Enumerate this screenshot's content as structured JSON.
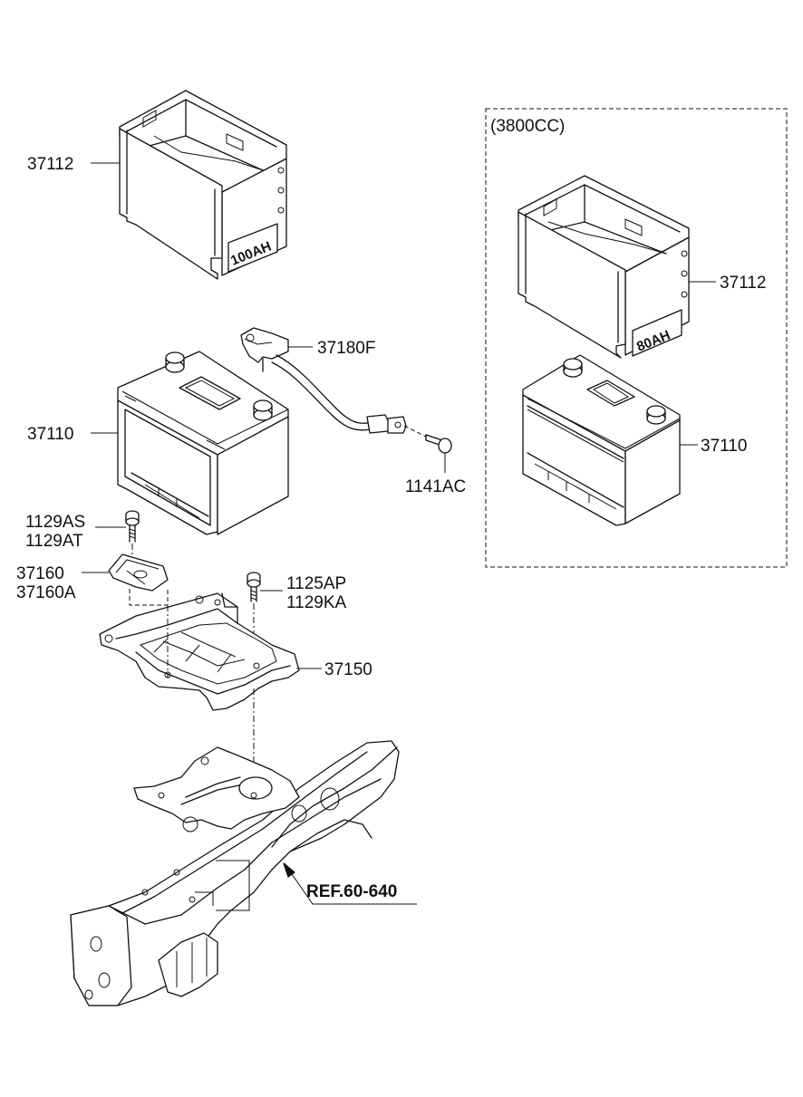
{
  "variant_label": "(3800CC)",
  "tray_marking_left": "100AH",
  "tray_marking_right": "80AH",
  "reference_label": "REF.60-640",
  "part_labels": {
    "tray_top_left": "37112",
    "battery_left": "37110",
    "cable": "37180F",
    "cable_bolt": "1141AC",
    "bolt_a": "1129AS",
    "bolt_b": "1129AT",
    "clamp_a": "37160",
    "clamp_b": "37160A",
    "tray_bolt_a": "1125AP",
    "tray_bolt_b": "1129KA",
    "battery_bracket": "37150",
    "tray_right": "37112",
    "battery_right": "37110"
  }
}
